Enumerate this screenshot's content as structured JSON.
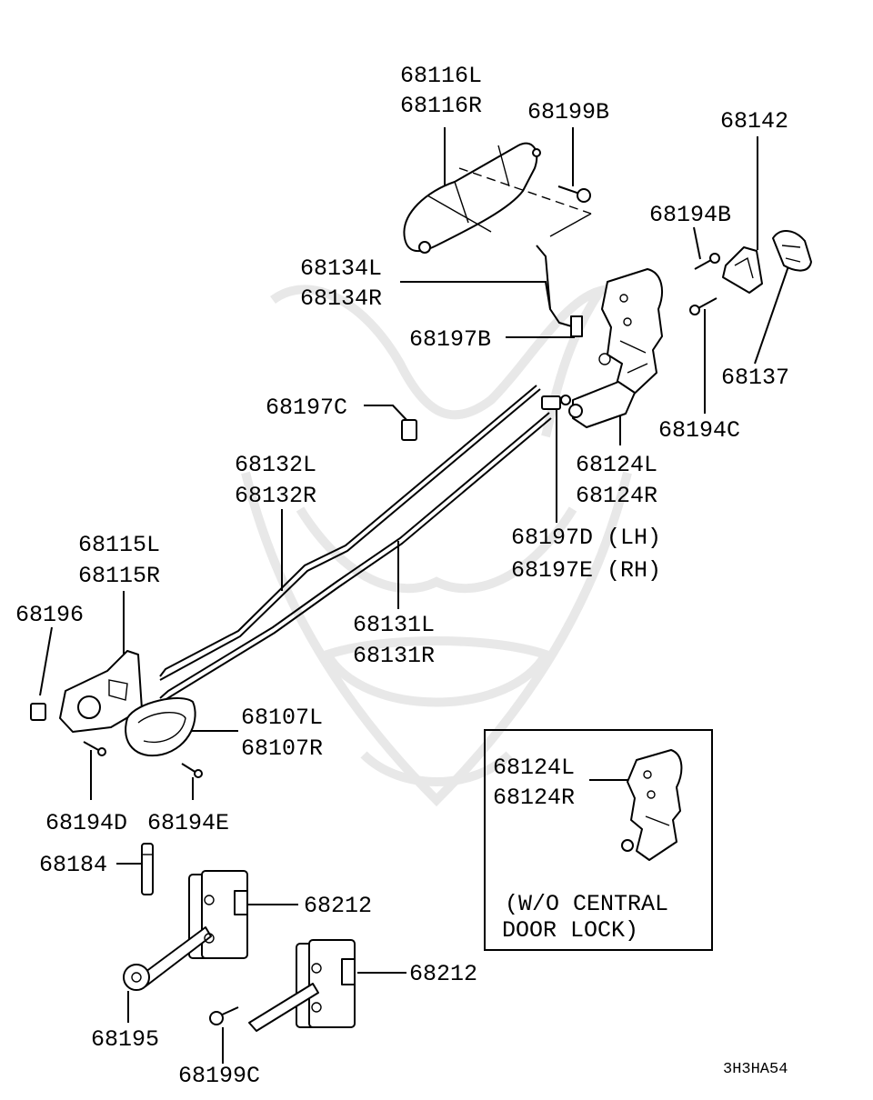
{
  "labels": [
    {
      "id": "68116L",
      "text": "68116L"
    },
    {
      "id": "68116R",
      "text": "68116R"
    },
    {
      "id": "68199B",
      "text": "68199B"
    },
    {
      "id": "68142",
      "text": "68142"
    },
    {
      "id": "68194B",
      "text": "68194B"
    },
    {
      "id": "68134L",
      "text": "68134L"
    },
    {
      "id": "68134R",
      "text": "68134R"
    },
    {
      "id": "68197B",
      "text": "68197B"
    },
    {
      "id": "68137",
      "text": "68137"
    },
    {
      "id": "68197C",
      "text": "68197C"
    },
    {
      "id": "68194C",
      "text": "68194C"
    },
    {
      "id": "68132L",
      "text": "68132L"
    },
    {
      "id": "68132R",
      "text": "68132R"
    },
    {
      "id": "68124L",
      "text": "68124L"
    },
    {
      "id": "68124R",
      "text": "68124R"
    },
    {
      "id": "68115L",
      "text": "68115L"
    },
    {
      "id": "68115R",
      "text": "68115R"
    },
    {
      "id": "68197D",
      "text": "68197D (LH)"
    },
    {
      "id": "68197E",
      "text": "68197E (RH)"
    },
    {
      "id": "68196",
      "text": "68196"
    },
    {
      "id": "68131L",
      "text": "68131L"
    },
    {
      "id": "68131R",
      "text": "68131R"
    },
    {
      "id": "68107L",
      "text": "68107L"
    },
    {
      "id": "68107R",
      "text": "68107R"
    },
    {
      "id": "68194D",
      "text": "68194D"
    },
    {
      "id": "68194E",
      "text": "68194E"
    },
    {
      "id": "68184",
      "text": "68184"
    },
    {
      "id": "68212a",
      "text": "68212"
    },
    {
      "id": "68212b",
      "text": "68212"
    },
    {
      "id": "68195",
      "text": "68195"
    },
    {
      "id": "68199C",
      "text": "68199C"
    }
  ],
  "inset": {
    "labels": [
      {
        "id": "inset-68124L",
        "text": "68124L"
      },
      {
        "id": "inset-68124R",
        "text": "68124R"
      }
    ],
    "note_line1": "(W/O CENTRAL",
    "note_line2": "DOOR LOCK)"
  },
  "diagram_code": "3H3HA54"
}
